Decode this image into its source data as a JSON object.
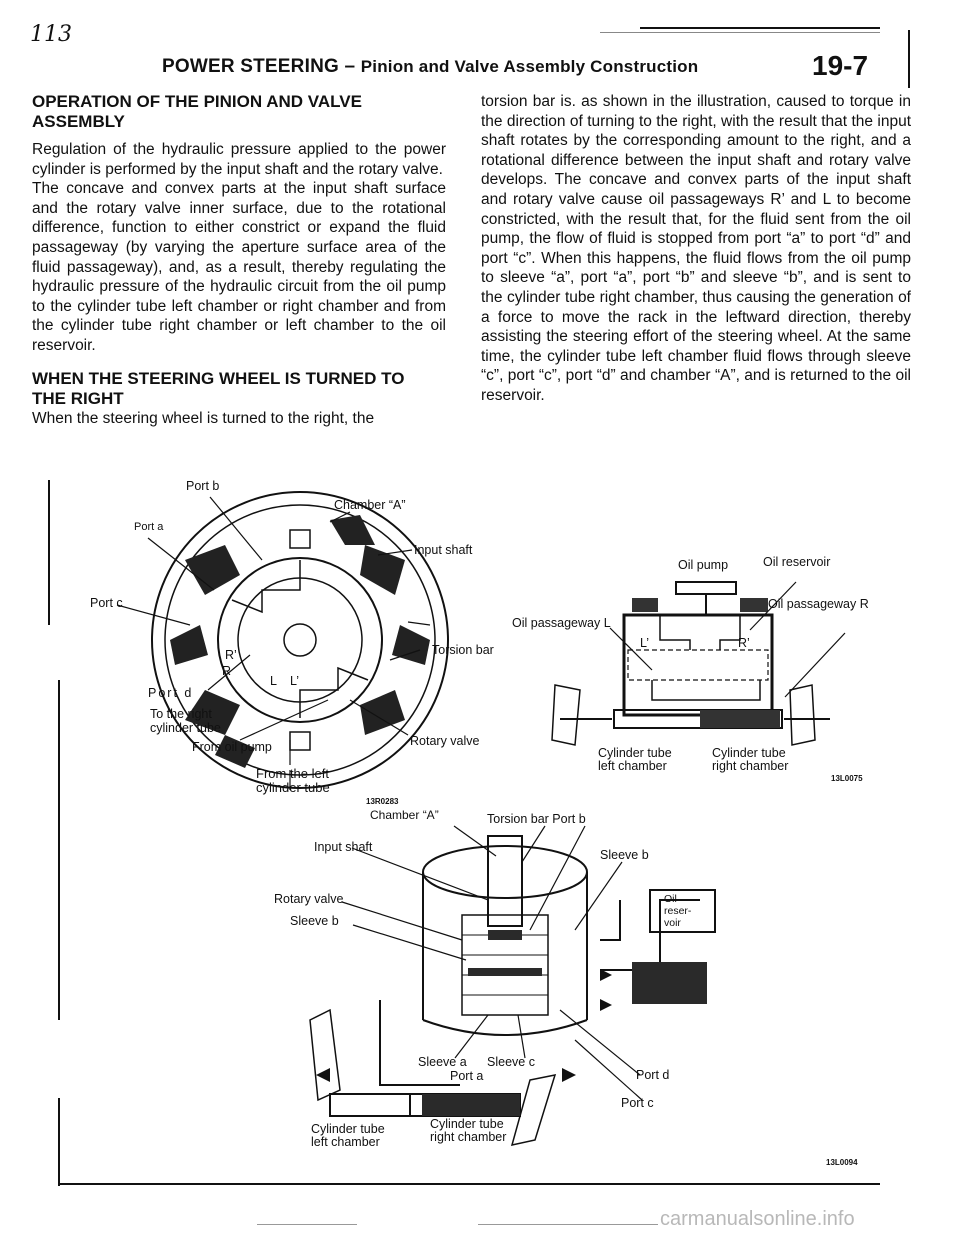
{
  "page_marks": {
    "handwritten_page": "113"
  },
  "header": {
    "section": "POWER STEERING",
    "separator": "–",
    "subsection": "Pinion and Valve Assembly Construction",
    "page_number": "19-7"
  },
  "left_column": {
    "heading1_line1": "OPERATION OF THE PINION AND VALVE",
    "heading1_line2": "ASSEMBLY",
    "para1": "Regulation of the hydraulic pressure applied to the power cylinder is performed by the input shaft and the rotary valve.",
    "para2": "The concave and convex parts at the input shaft surface and the rotary valve inner surface, due to the rotational difference, function to either constrict or expand the fluid passageway (by varying the aperture surface area of the fluid passageway), and, as a result, thereby regulating the hydraulic pressure of the hydraulic circuit from the oil pump to the cylinder tube left chamber or right chamber and from the cylinder tube right chamber or left chamber to the oil reservoir.",
    "heading2_line1": "WHEN THE STEERING WHEEL IS TURNED TO",
    "heading2_line2": "THE RIGHT",
    "para3": "When the steering wheel is turned to the right, the"
  },
  "right_column": {
    "para1": "torsion bar is. as shown in the illustration, caused to torque in the direction of turning to the right, with the result that the input shaft rotates by the corresponding amount to the right, and a rotational difference between the input shaft and rotary valve develops. The concave and convex parts of the input shaft and rotary valve cause oil passageways R’ and L to become constricted, with the result that, for the fluid sent from the oil pump, the flow of fluid is stopped from port “a” to port “d” and port “c”. When this happens, the fluid flows from the oil pump to sleeve “a”, port “a”, port “b” and sleeve “b”, and is sent to the cylinder tube right chamber, thus causing the generation of a force to move the rack in the leftward direction, thereby assisting the steering effort of the steering wheel. At the same time, the cylinder tube left chamber fluid flows through sleeve “c”, port “c”, port “d” and chamber “A”, and is returned to the oil reservoir."
  },
  "figure1": {
    "port_b": "Port b",
    "port_a": "Port a",
    "port_c": "Port c",
    "port_d": "Port d",
    "chamber_a": "Chamber “A”",
    "input_shaft": "Input shaft",
    "torsion_bar": "Torsion bar",
    "r_prime": "R’",
    "r": "R",
    "l": "L",
    "l_prime": "L’",
    "to_right_line1": "To the right",
    "to_right_line2": "cylinder tube",
    "from_oil_pump": "From oil pump",
    "rotary_valve": "Rotary valve",
    "from_left_line1": "From the left",
    "from_left_line2": "cylinder tube",
    "code": "13R0283"
  },
  "figure2": {
    "oil_pump": "Oil pump",
    "oil_reservoir": "Oil reservoir",
    "passageway_l": "Oil passageway L",
    "passageway_r": "Oil passageway R",
    "l_prime": "L’",
    "r_prime": "R’",
    "left_chamber_line1": "Cylinder tube",
    "left_chamber_line2": "left chamber",
    "right_chamber_line1": "Cylinder tube",
    "right_chamber_line2": "right chamber",
    "code": "13L0075"
  },
  "figure3": {
    "chamber_a": "Chamber “A”",
    "torsion_bar_port_b": "Torsion bar Port b",
    "input_shaft": "Input shaft",
    "sleeve_b_right": "Sleeve b",
    "rotary_valve": "Rotary valve",
    "sleeve_b_left": "Sleeve b",
    "oil_reservoir_line1": "Oil",
    "oil_reservoir_line2": "reser-",
    "oil_reservoir_line3": "voir",
    "sleeve_a": "Sleeve a",
    "sleeve_c": "Sleeve c",
    "port_a": "Port a",
    "port_d": "Port d",
    "port_c": "Port c",
    "left_chamber_line1": "Cylinder tube",
    "left_chamber_line2": "left chamber",
    "right_chamber_line1": "Cylinder tube",
    "right_chamber_line2": "right chamber",
    "code": "13L0094"
  },
  "watermark": "carmanualsonline.info"
}
